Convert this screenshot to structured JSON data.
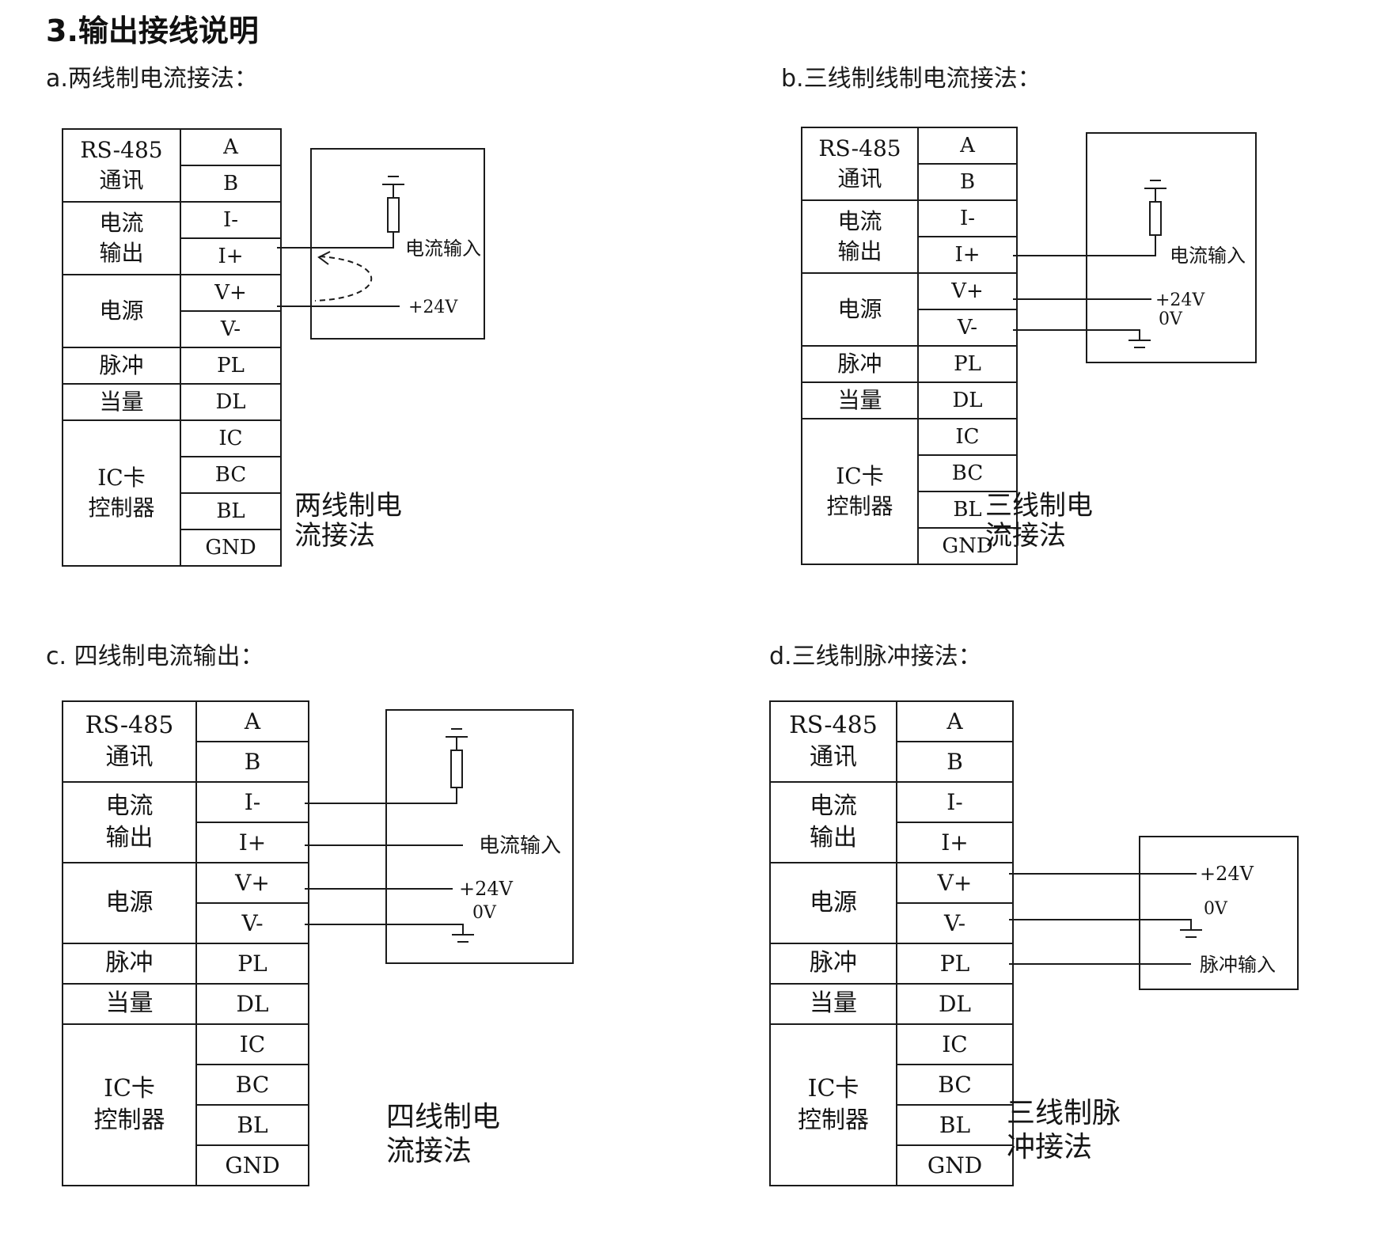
{
  "page": {
    "title": "3.输出接线说明"
  },
  "terminal_table": {
    "groups": [
      {
        "label_lines": [
          "RS-485",
          "通讯"
        ],
        "pins": [
          "A",
          "B"
        ]
      },
      {
        "label_lines": [
          "电流",
          "输出"
        ],
        "pins": [
          "I-",
          "I+"
        ]
      },
      {
        "label_lines": [
          "电源"
        ],
        "pins": [
          "V+",
          "V-"
        ]
      },
      {
        "label_lines": [
          "脉冲"
        ],
        "pins": [
          "PL"
        ]
      },
      {
        "label_lines": [
          "当量"
        ],
        "pins": [
          "DL"
        ]
      },
      {
        "label_lines": [
          "IC卡",
          "控制器"
        ],
        "pins": [
          "IC",
          "BC",
          "BL",
          "GND"
        ]
      }
    ]
  },
  "labels": {
    "current_input": "电流输入",
    "plus_24v": "+24V",
    "zero_v": "0V",
    "pulse_input": "脉冲输入"
  },
  "panels": {
    "a": {
      "subtitle": "a.两线制电流接法：",
      "caption_line1": "两线制电",
      "caption_line2": "流接法"
    },
    "b": {
      "subtitle": "b.三线制线制电流接法：",
      "caption_line1": "三线制电",
      "caption_line2": "流接法"
    },
    "c": {
      "subtitle": "c. 四线制电流输出：",
      "caption_line1": "四线制电",
      "caption_line2": "流接法"
    },
    "d": {
      "subtitle": "d.三线制脉冲接法：",
      "caption_line1": "三线制脉",
      "caption_line2": "冲接法"
    }
  },
  "colors": {
    "ink": "#1b1b1b",
    "background": "#ffffff"
  }
}
